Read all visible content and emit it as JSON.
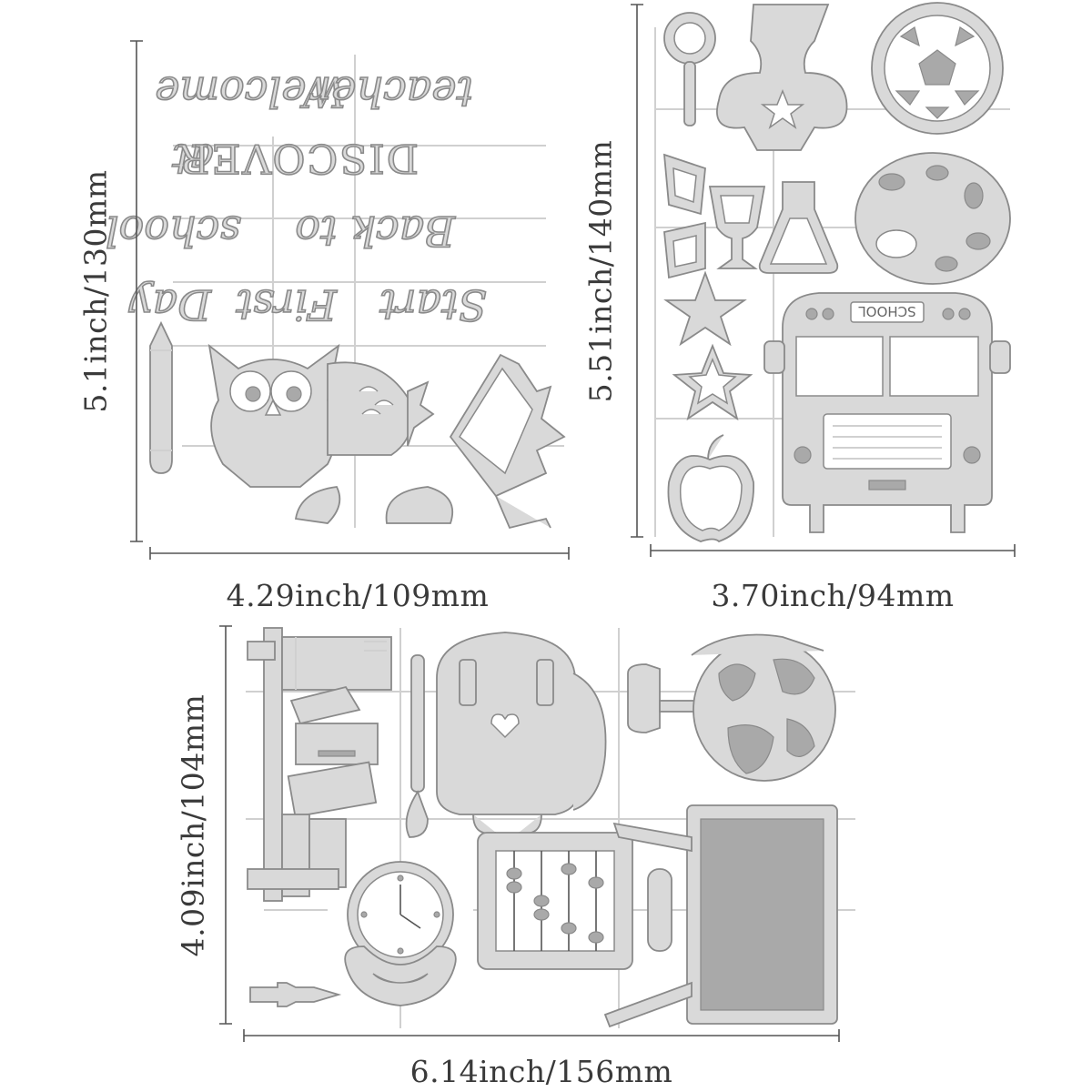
{
  "dimensions": {
    "set1_height": "5.1inch/130mm",
    "set1_width": "4.29inch/109mm",
    "set2_height": "5.51inch/140mm",
    "set2_width": "3.70inch/94mm",
    "set3_height": "4.09inch/104mm",
    "set3_width": "6.14inch/156mm"
  },
  "words": {
    "teacher": "teacher",
    "welcome": "Welcome",
    "at": "at",
    "discover": "DISCOVER",
    "school": "school",
    "back_to": "Back to",
    "day": "Day",
    "first": "First",
    "start": "Start"
  },
  "bus_label": "SCHOOL",
  "colors": {
    "die_fill": "#d9d9d9",
    "die_stroke": "#8a8a8a",
    "shade": "#a9a9a9",
    "dimension_line": "#555555"
  }
}
